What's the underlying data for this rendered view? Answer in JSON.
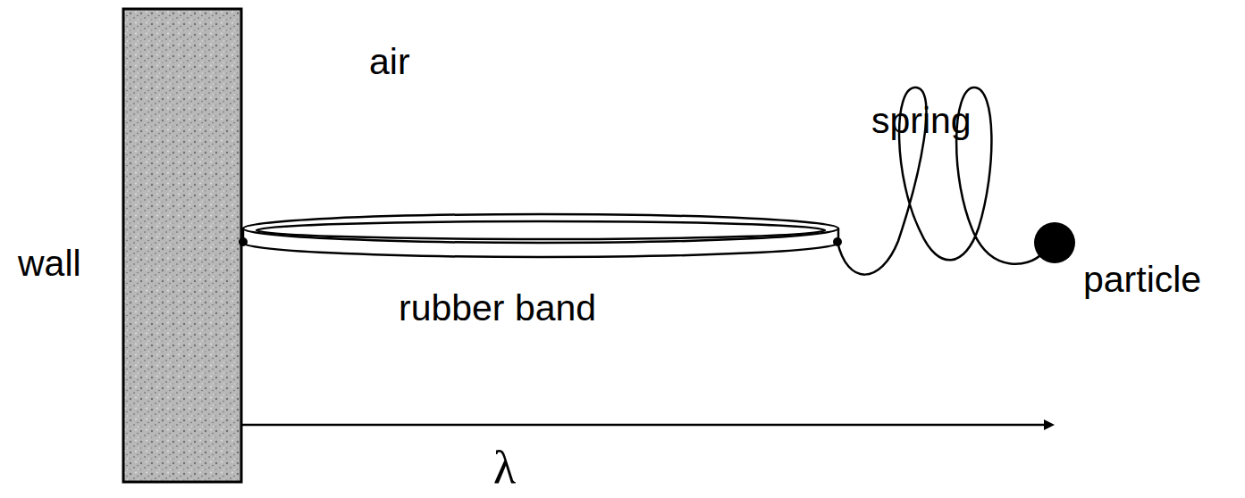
{
  "diagram": {
    "labels": [
      "air",
      "spring",
      "wall",
      "rubber band",
      "particle",
      "λ"
    ]
  }
}
